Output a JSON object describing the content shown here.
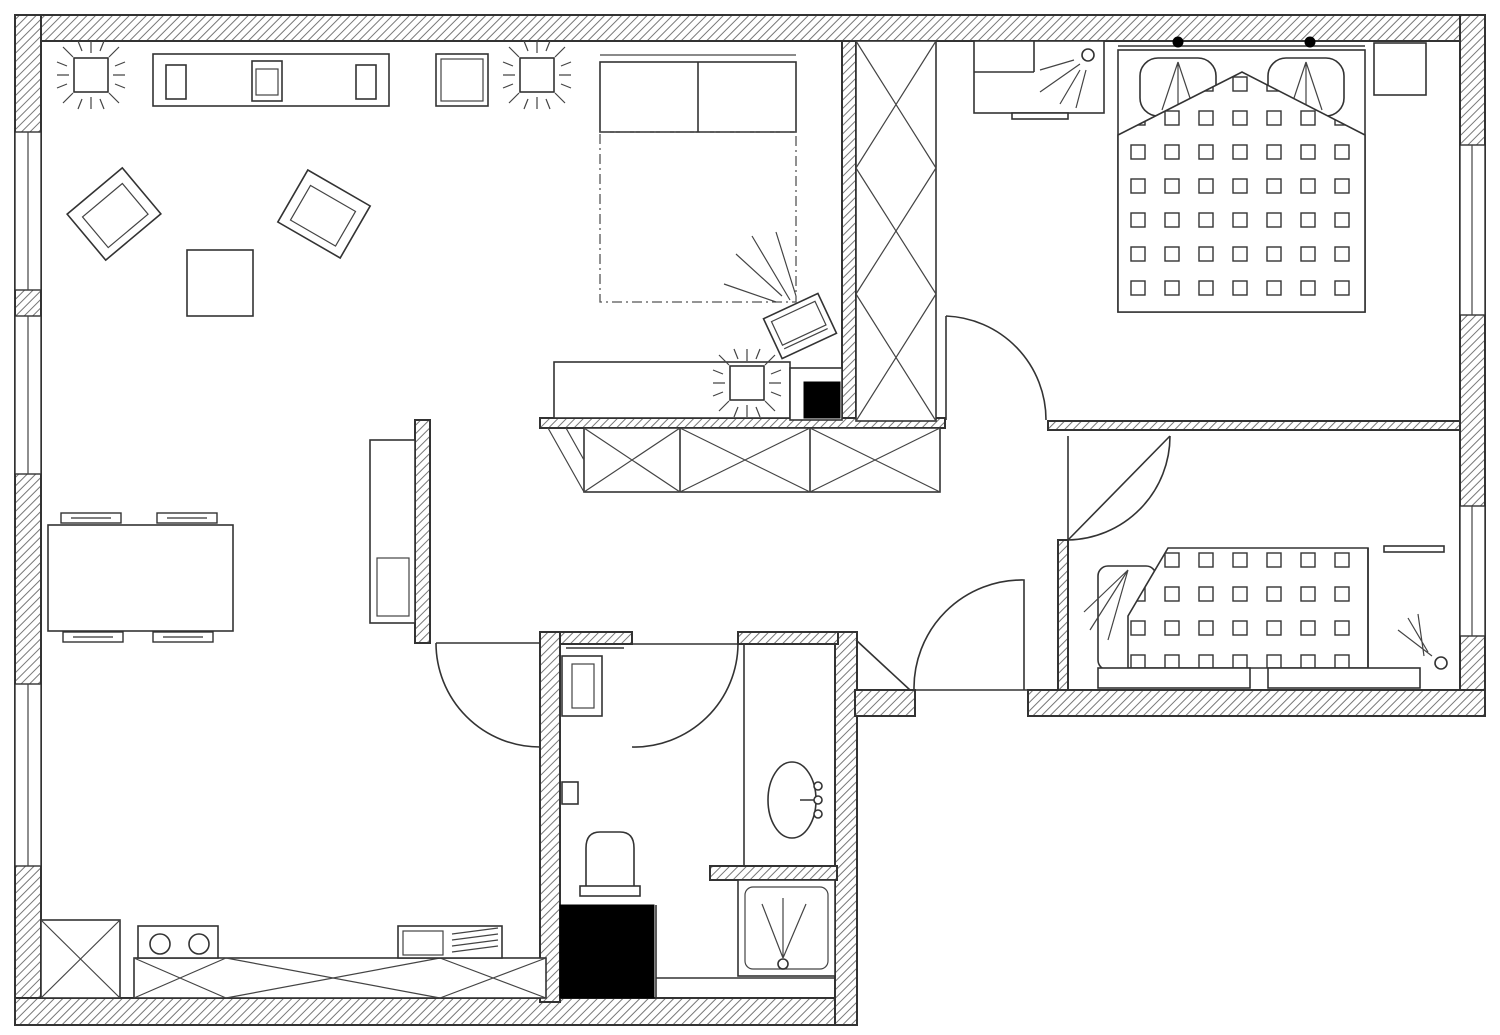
{
  "plan": {
    "type": "apartment floor plan",
    "rooms": [
      "living-dining",
      "kitchenette",
      "hallway",
      "bedroom",
      "guest-room",
      "toilet",
      "bathroom"
    ],
    "colors": {
      "wall_hatch": "#777777",
      "line": "#333333",
      "background": "#ffffff",
      "fixture_fill": "#000000"
    }
  }
}
